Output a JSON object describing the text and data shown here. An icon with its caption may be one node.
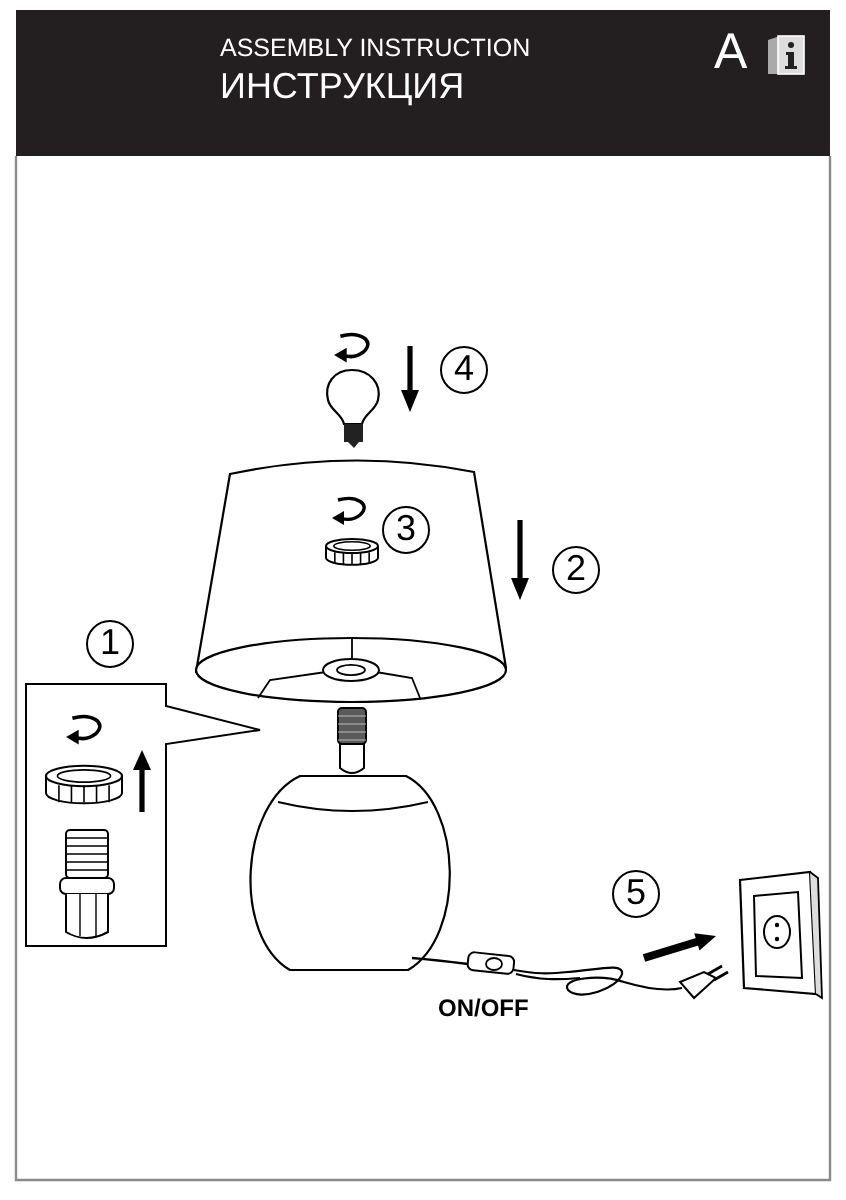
{
  "diagram": {
    "title": "ASSEMBLY INSTRUCTION",
    "labels": [
      "ИНСТРУКЦИЯ",
      "A",
      "4",
      "3",
      "2",
      "1",
      "5",
      "ON/OFF"
    ]
  }
}
